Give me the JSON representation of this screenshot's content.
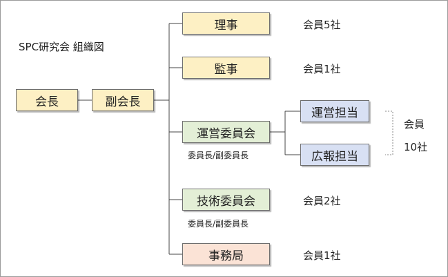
{
  "title": "SPC研究会 組織図",
  "nodes": {
    "chair": "会長",
    "vice_chair": "副会長",
    "director": "理事",
    "auditor": "監事",
    "operations_committee": "運営委員会",
    "operations_in_charge": "運営担当",
    "pr_in_charge": "広報担当",
    "technical_committee": "技術委員会",
    "secretariat": "事務局"
  },
  "member_counts": {
    "director": "会員5社",
    "auditor": "会員1社",
    "ops_line1": "会員",
    "ops_line2": "10社",
    "technical": "会員2社",
    "secretariat": "会員1社"
  },
  "leaders": {
    "operations_committee": "委員長/副委員長",
    "technical_committee": "委員長/副委員長"
  },
  "colors": {
    "officer_fill": "#fdf0c4",
    "committee_fill": "#e3efd6",
    "sub_team_fill": "#d8e0f3",
    "secretariat_fill": "#fbe3d6",
    "border": "#6e6e6e"
  }
}
